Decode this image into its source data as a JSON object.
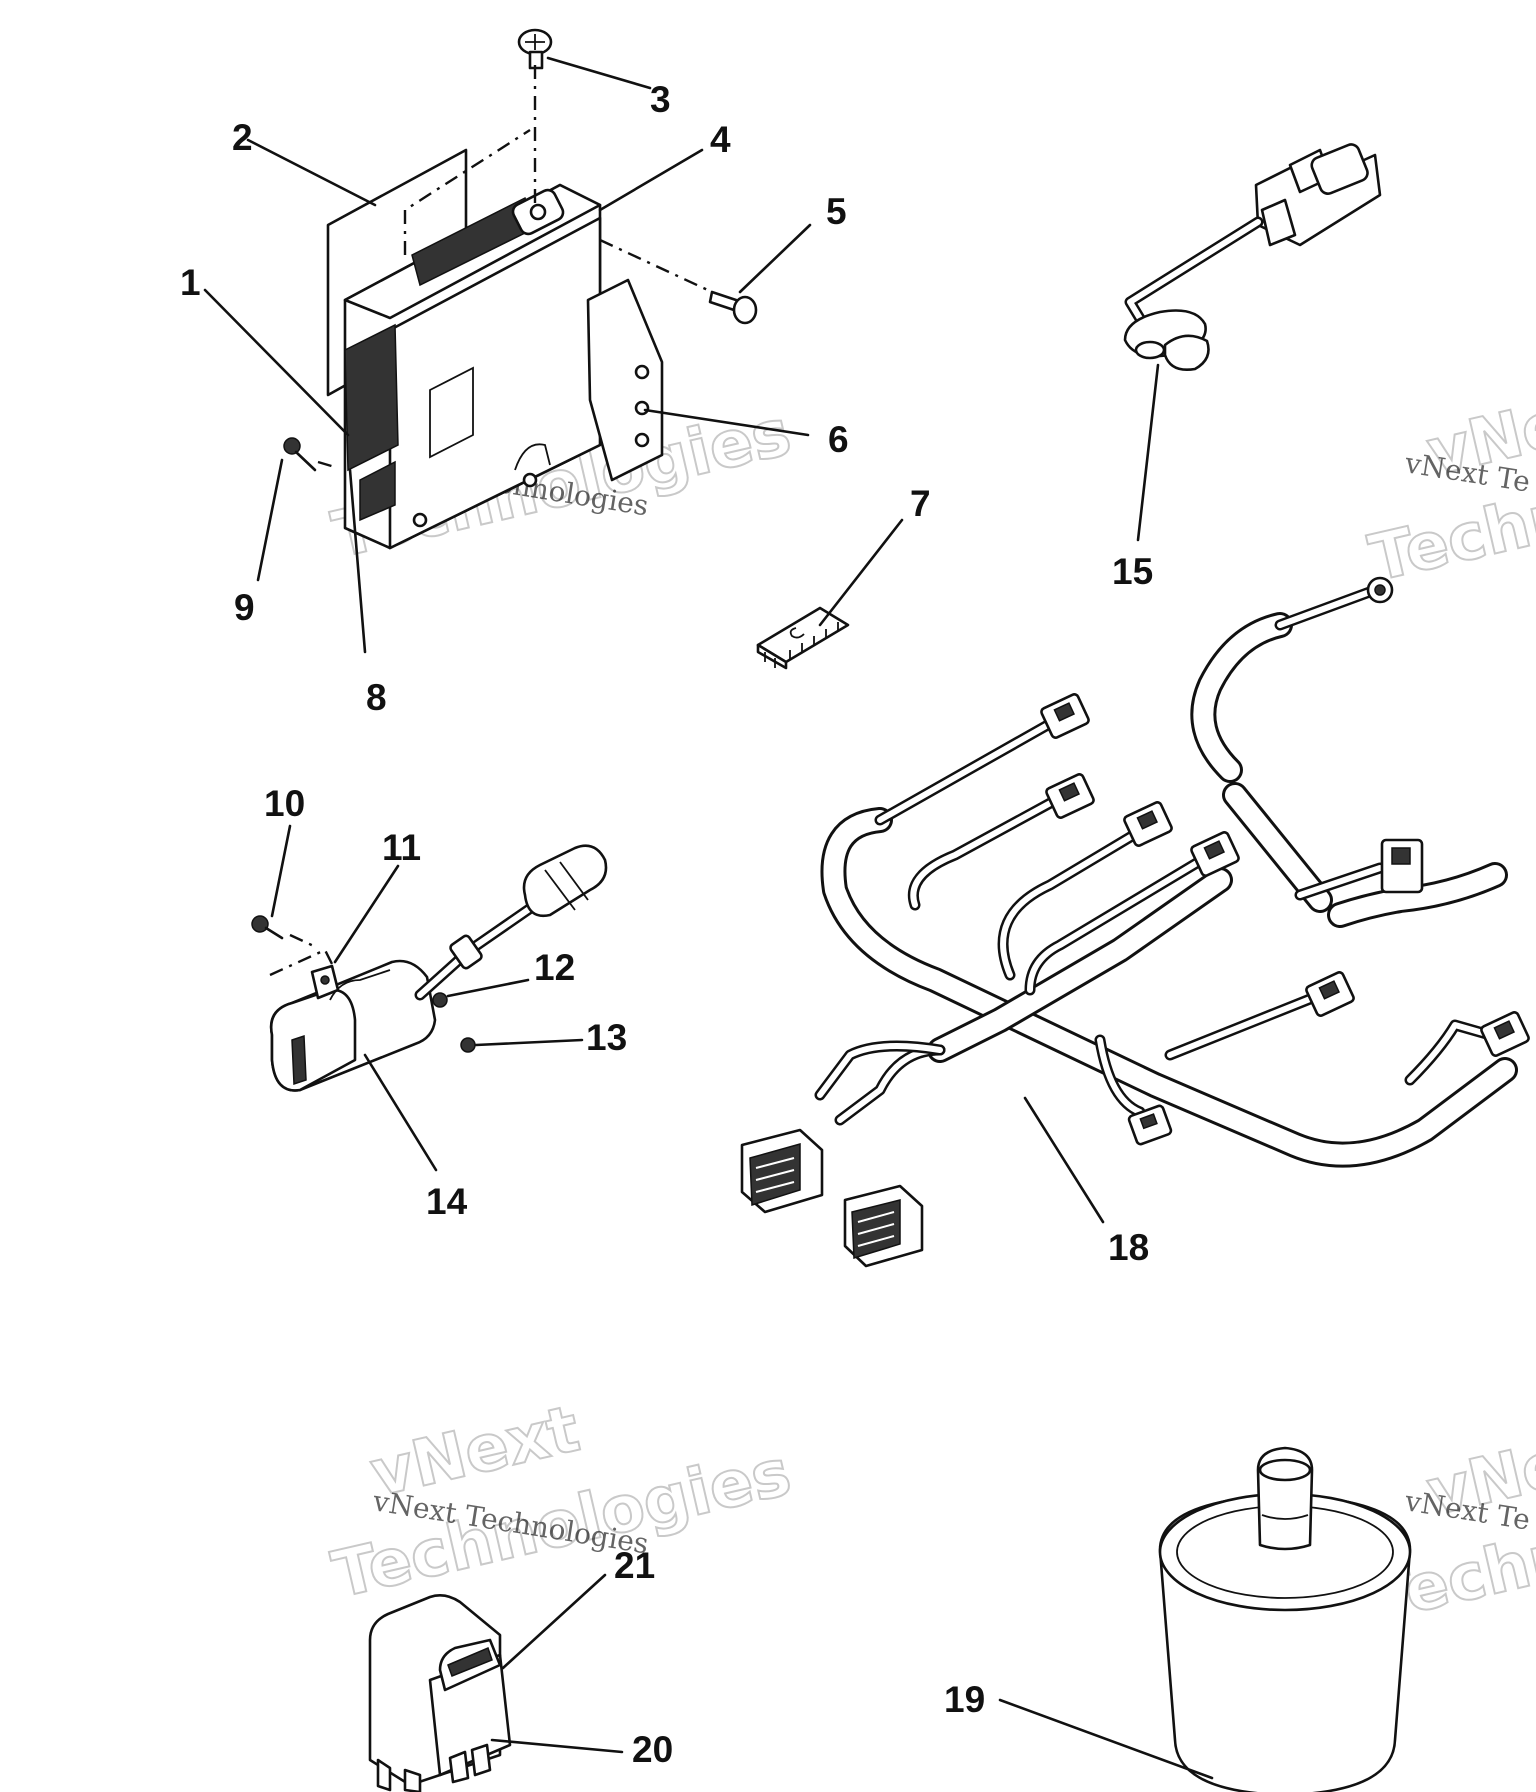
{
  "diagram": {
    "callouts": [
      {
        "id": "1",
        "label": "1"
      },
      {
        "id": "2",
        "label": "2"
      },
      {
        "id": "3",
        "label": "3"
      },
      {
        "id": "4",
        "label": "4"
      },
      {
        "id": "5",
        "label": "5"
      },
      {
        "id": "6",
        "label": "6"
      },
      {
        "id": "7",
        "label": "7"
      },
      {
        "id": "8",
        "label": "8"
      },
      {
        "id": "9",
        "label": "9"
      },
      {
        "id": "10",
        "label": "10"
      },
      {
        "id": "11",
        "label": "11"
      },
      {
        "id": "12",
        "label": "12"
      },
      {
        "id": "13",
        "label": "13"
      },
      {
        "id": "14",
        "label": "14"
      },
      {
        "id": "15",
        "label": "15"
      },
      {
        "id": "18",
        "label": "18"
      },
      {
        "id": "19",
        "label": "19"
      },
      {
        "id": "20",
        "label": "20"
      },
      {
        "id": "21",
        "label": "21"
      }
    ],
    "watermark": {
      "line1": "vNext Technologies",
      "big_a": "vNext",
      "big_b": "Technologies",
      "right_line1": "vNext Te",
      "right_big_a": "vNe",
      "right_big_b": "Techno"
    }
  }
}
